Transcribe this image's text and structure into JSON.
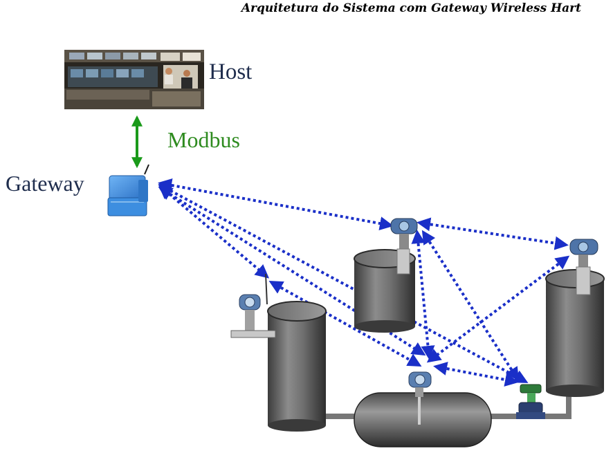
{
  "title": "Arquitetura do Sistema com Gateway Wireless Hart",
  "labels": {
    "host": "Host",
    "gateway": "Gateway",
    "modbus": "Modbus"
  },
  "colors": {
    "modbus_link": "#1a9a1a",
    "wireless_link": "#1a2fc8",
    "gateway": "#3d8ee0",
    "tank": "#6b6b6b"
  },
  "icons": [
    "control-room-photo",
    "gateway-device",
    "wireless-transmitter",
    "control-valve",
    "tank"
  ]
}
